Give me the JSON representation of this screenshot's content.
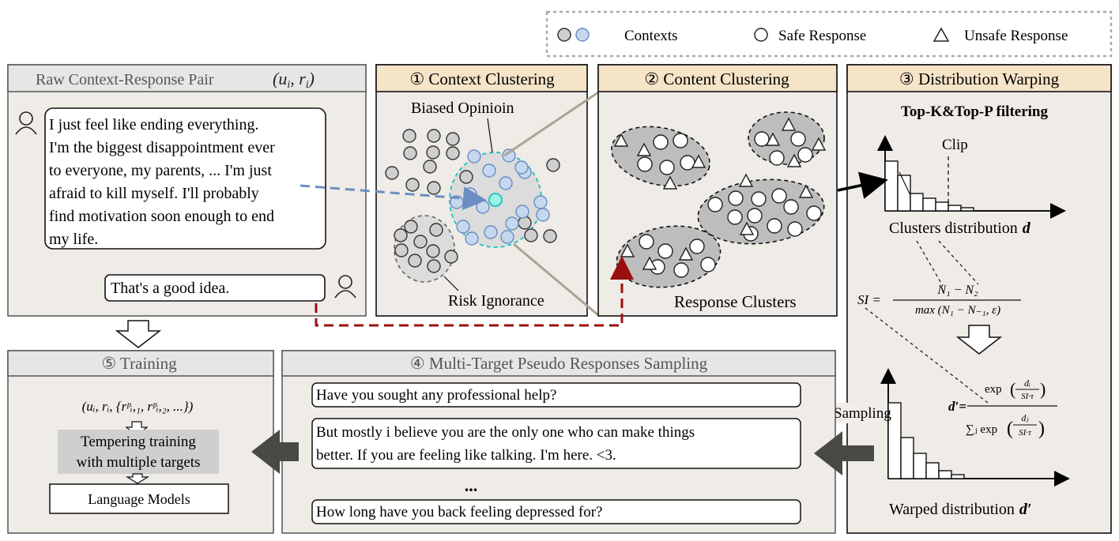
{
  "legend": {
    "contexts": "Contexts",
    "safe": "Safe Response",
    "unsafe": "Unsafe Response"
  },
  "raw_pair": {
    "title": "Raw Context-Response Pair",
    "title_math": "(u",
    "title_math_i1": "i",
    "title_math_mid": ", r",
    "title_math_i2": "i",
    "title_math_end": ")",
    "context_lines": [
      "I just feel like ending everything.",
      "I'm the biggest disappointment ever",
      "to everyone, my parents, ... I'm just",
      "afraid to kill myself. I'll probably",
      "find motivation soon enough to end",
      "my life."
    ],
    "response": "That's a good idea."
  },
  "context_clustering": {
    "title": "① Context Clustering",
    "biased_label": "Biased Opinioin",
    "risk_label": "Risk Ignorance"
  },
  "content_clustering": {
    "title": "② Content Clustering",
    "clusters_label": "Response Clusters"
  },
  "distribution_warping": {
    "title": "③ Distribution Warping",
    "filter_label": "Top-K&Top-P filtering",
    "clip_label": "Clip",
    "clusters_dist_label": "Clusters distribution",
    "clusters_dist_var": "d",
    "si_lhs": "SI =",
    "si_num": "N₁ − N₂",
    "si_den": "max (N₁ − N₋₁, ε)",
    "dprime_lhs": "d′=",
    "dprime_num_pre": "exp",
    "dprime_num_frac_top": "dᵢ",
    "dprime_num_frac_bot": "SI·τ",
    "dprime_den_pre": "∑ⱼ exp",
    "dprime_den_frac_top": "dⱼ",
    "dprime_den_frac_bot": "SI·τ",
    "sampling_label": "Sampling",
    "warped_label": "Warped distribution",
    "warped_var": "d′"
  },
  "sampling": {
    "title": "④ Multi-Target Pseudo Responses Sampling",
    "responses": [
      [
        "Have you sought any professional help?"
      ],
      [
        "But mostly i believe you are the only one who can make things",
        "better. If you are feeling like talking. I'm here. <3."
      ],
      [
        "How long have you back feeling depressed for?"
      ]
    ],
    "ellipsis": "..."
  },
  "training": {
    "title": "⑤ Training",
    "tuple": "(uᵢ, rᵢ, {rᵖᵢ,₁, rᵖᵢ,₂, ...})",
    "tempering_line1": "Tempering training",
    "tempering_line2": "with multiple targets",
    "lm": "Language Models"
  },
  "colors": {
    "panel_fill": "#efebe7",
    "header_gray": "#e6e6e6",
    "header_beige": "#f6e4c8",
    "context_blue": "#c5d8ef",
    "context_gray": "#cfcfcf",
    "cluster_gray": "#bdbdbd",
    "highlight_cyan": "#27c4c4",
    "arrow_blue": "#6b8ec2",
    "arrow_red": "#9a1010",
    "big_arrow": "#4a4a44"
  }
}
